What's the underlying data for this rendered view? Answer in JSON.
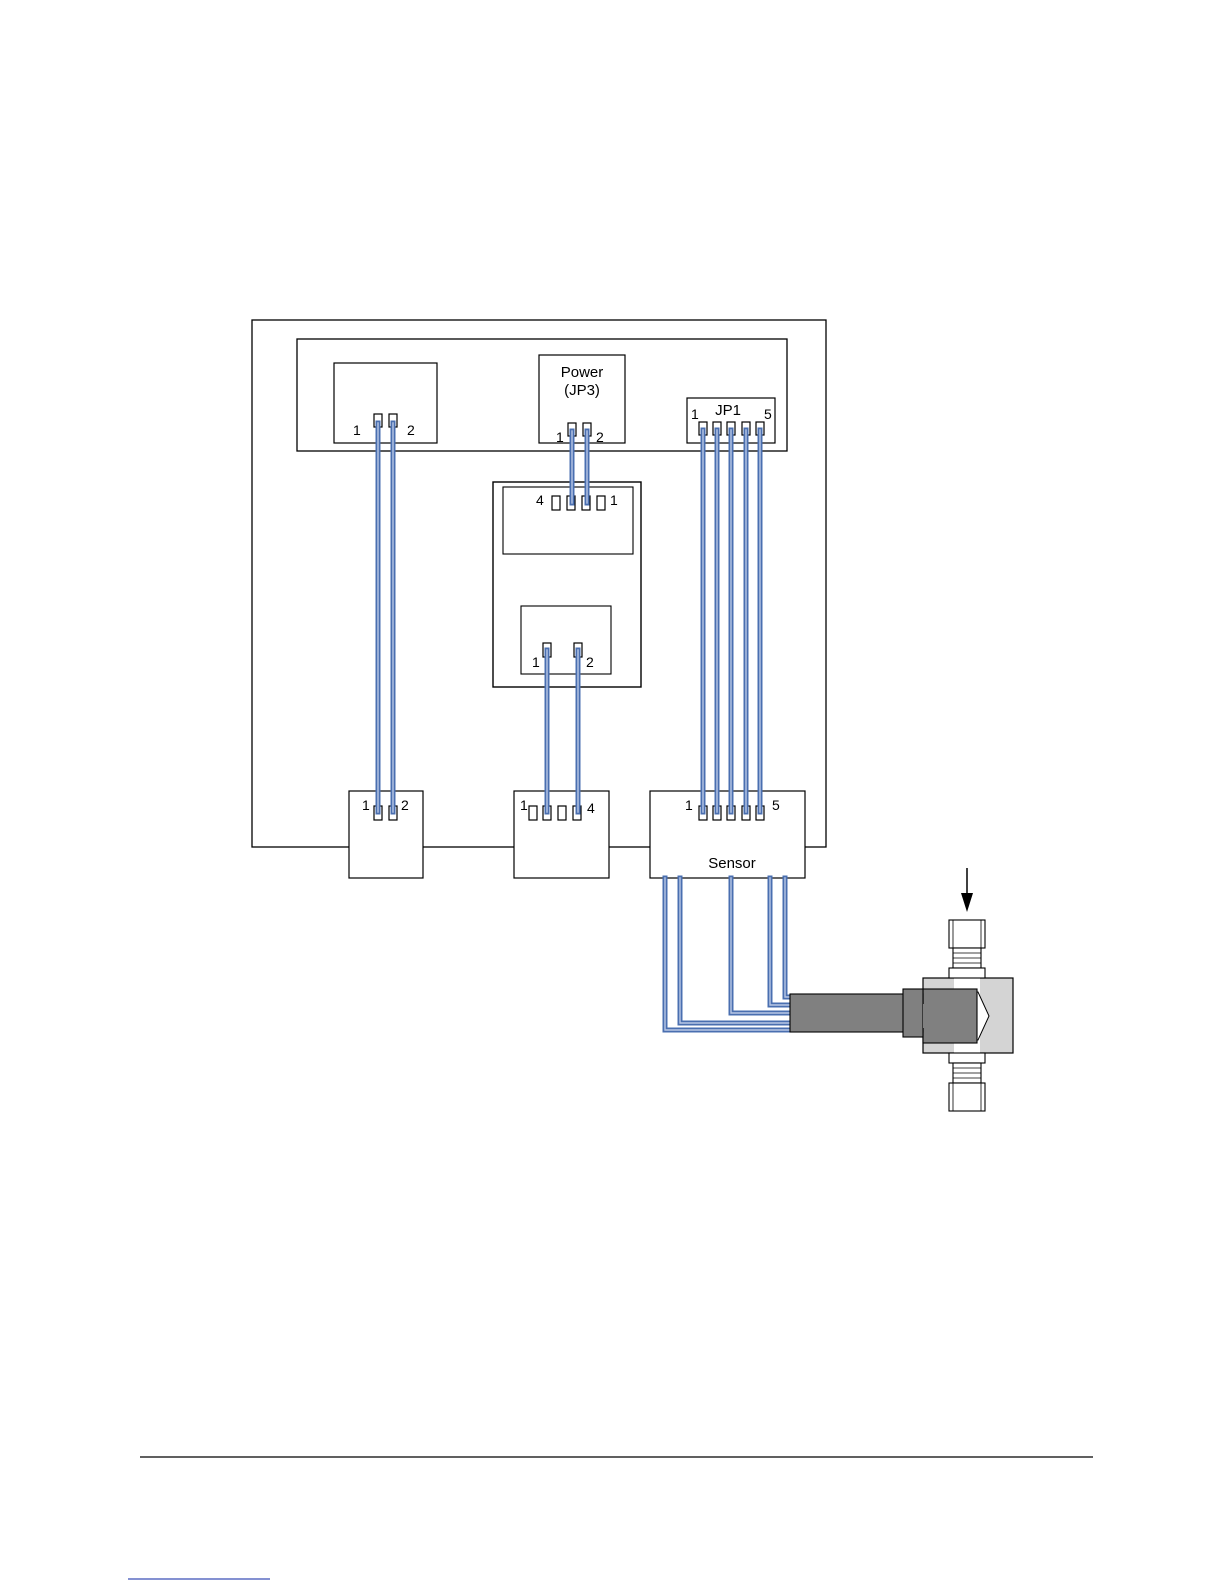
{
  "labels": {
    "power": "Power",
    "jp3": "(JP3)",
    "jp1": "JP1",
    "sensor": "Sensor"
  },
  "pin_labels": {
    "left_header_1": "1",
    "left_header_2": "2",
    "power_1": "1",
    "power_2": "2",
    "jp1_1": "1",
    "jp1_5": "5",
    "mid_top_4": "4",
    "mid_top_1": "1",
    "mid_inner_1": "1",
    "mid_inner_2": "2",
    "bottom_left_1": "1",
    "bottom_left_2": "2",
    "bottom_mid_1": "1",
    "bottom_mid_4": "4",
    "sensor_1": "1",
    "sensor_5": "5"
  },
  "colors": {
    "wire": "#4a6fb0",
    "wire_light": "#b9c8e6",
    "outline": "#000000",
    "sensor_body": "#808080",
    "fitting": "#d4d4d4"
  }
}
